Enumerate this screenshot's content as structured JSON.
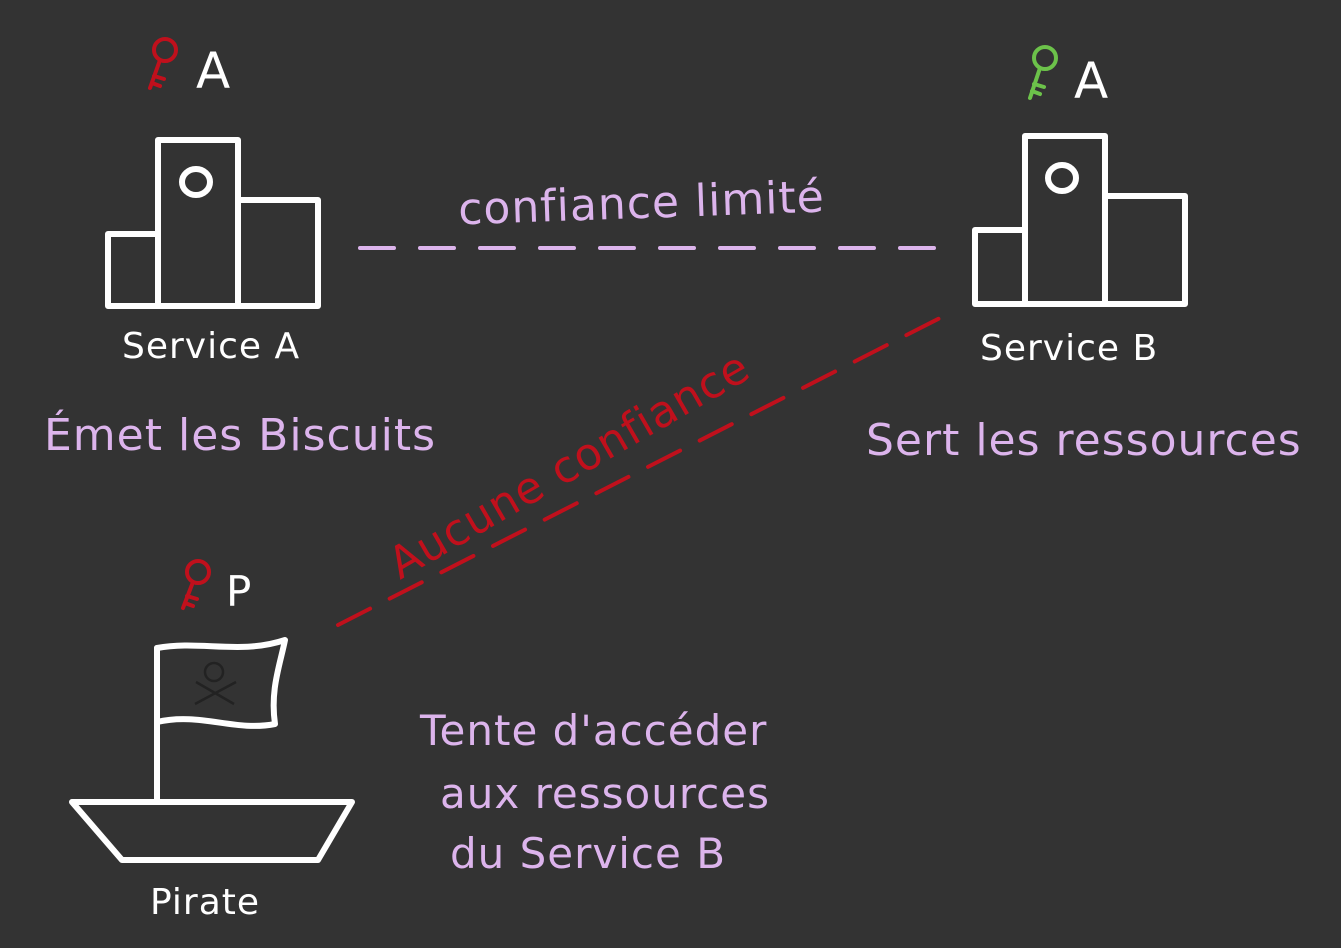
{
  "colors": {
    "background": "#333333",
    "white": "#ffffff",
    "purple": "#dcb4ec",
    "red": "#c0101c",
    "green": "#6cc24a"
  },
  "service_a": {
    "key_label": "A",
    "key_color": "red",
    "name": "Service A",
    "description": "Émet les Biscuits"
  },
  "service_b": {
    "key_label": "A",
    "key_color": "green",
    "name": "Service B",
    "description": "Sert les ressources"
  },
  "pirate": {
    "key_label": "P",
    "key_color": "red",
    "name": "Pirate",
    "description_lines": [
      "Tente d'accéder",
      "aux ressources",
      "du Service B"
    ]
  },
  "links": {
    "a_to_b": "confiance limité",
    "pirate_to_b": "Aucune confiance"
  },
  "icons": {
    "building": "building-icon",
    "key": "key-icon",
    "pirate_ship": "pirate-ship-icon"
  }
}
